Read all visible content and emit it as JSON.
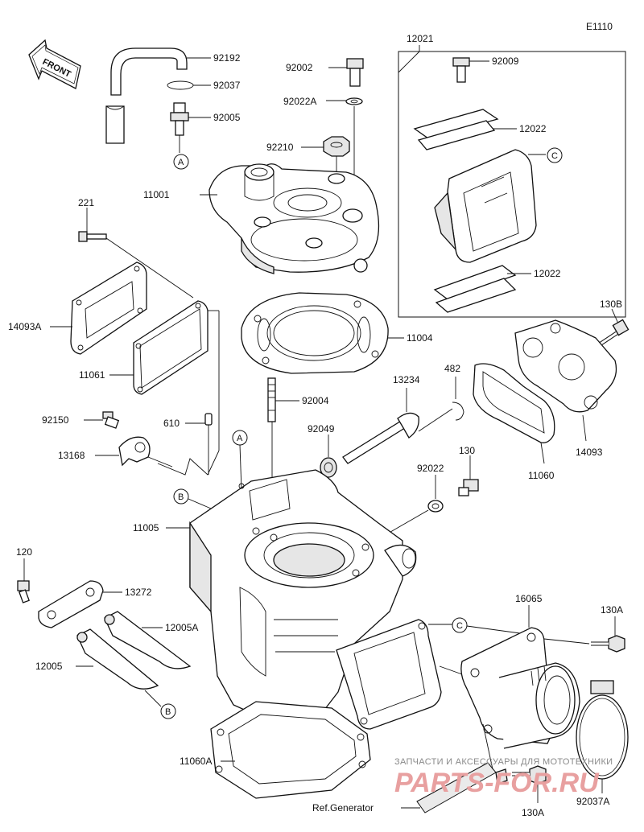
{
  "diagram_code": "E1110",
  "front_label": "FRONT",
  "ref_generator": "Ref.Generator",
  "callouts": {
    "a": "A",
    "b": "B",
    "c": "C"
  },
  "watermark": {
    "top": "ЗАПЧАСТИ И АКСЕССУАРЫ ДЛЯ МОТОТЕХНИКИ",
    "logo": "PARTS-FOR.RU"
  },
  "parts": {
    "p92192": "92192",
    "p92037": "92037",
    "p92005": "92005",
    "p92002": "92002",
    "p92022A_top": "92022A",
    "p92210": "92210",
    "p11001": "11001",
    "p12021": "12021",
    "p92009": "92009",
    "p12022_top": "12022",
    "p12022_bottom": "12022",
    "p221": "221",
    "p14093A": "14093A",
    "p11061": "11061",
    "p11004": "11004",
    "p130B": "130B",
    "p92004": "92004",
    "p13234": "13234",
    "p482": "482",
    "p92150": "92150",
    "p610": "610",
    "p92049": "92049",
    "p13168": "13168",
    "p130": "130",
    "p14093": "14093",
    "p11060": "11060",
    "p92022": "92022",
    "p11005": "11005",
    "p120": "120",
    "p13272": "13272",
    "p12005A": "12005A",
    "p12005": "12005",
    "p16065": "16065",
    "p130A_right": "130A",
    "p11060A": "11060A",
    "p130A_bottom": "130A",
    "p92037A": "92037A"
  }
}
